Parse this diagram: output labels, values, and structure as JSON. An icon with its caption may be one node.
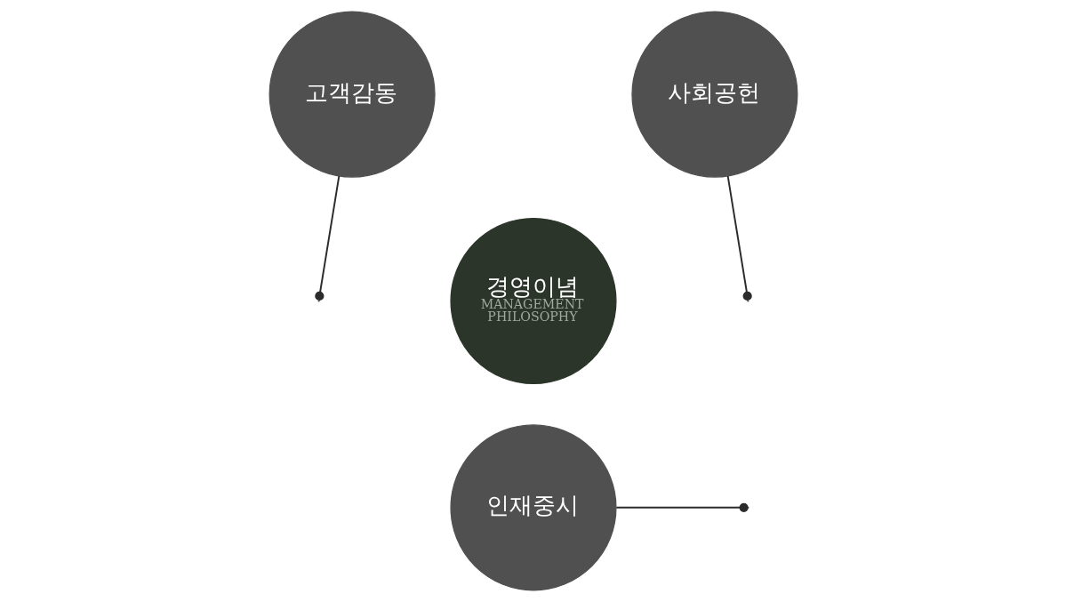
{
  "diagram": {
    "nodes": [
      {
        "text": [
          "경영이념",
          "MANAGEMENT PHILOSOPHY"
        ]
      },
      {
        "text": [
          "고객감동"
        ]
      },
      {
        "text": [
          "사회공헌"
        ]
      },
      {
        "text": [
          "인재중시"
        ]
      }
    ],
    "edges": [
      {
        "from": 1,
        "to": null,
        "arrow": "other"
      },
      {
        "from": 2,
        "to": null,
        "arrow": "other"
      },
      {
        "from": 3,
        "to": null,
        "arrow": "other"
      }
    ]
  }
}
